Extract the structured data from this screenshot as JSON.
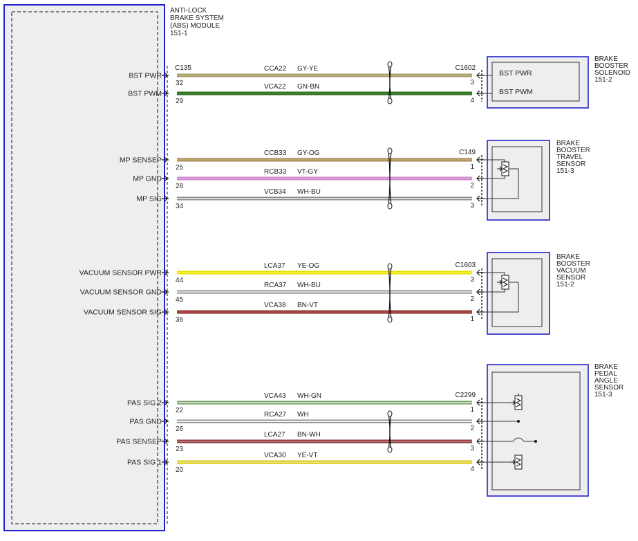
{
  "abs_module": {
    "title_lines": [
      "ANTI-LOCK",
      "BRAKE SYSTEM",
      "(ABS) MODULE",
      "151-1"
    ],
    "connector": "C135"
  },
  "components": [
    {
      "id": "solenoid",
      "title_lines": [
        "BRAKE",
        "BOOSTER",
        "SOLENOID",
        "151-2"
      ],
      "connector": "C1602",
      "pin_labels": [
        "BST PWR",
        "BST PWM"
      ]
    },
    {
      "id": "travel",
      "title_lines": [
        "BRAKE",
        "BOOSTER",
        "TRAVEL",
        "SENSOR",
        "151-3"
      ],
      "connector": "C149",
      "pin_labels": []
    },
    {
      "id": "vacuum",
      "title_lines": [
        "BRAKE",
        "BOOSTER",
        "VACUUM",
        "SENSOR",
        "151-2"
      ],
      "connector": "C1603",
      "pin_labels": []
    },
    {
      "id": "pedal",
      "title_lines": [
        "BRAKE",
        "PEDAL",
        "ANGLE",
        "SENSOR",
        "151-3"
      ],
      "connector": "C2299",
      "pin_labels": []
    }
  ],
  "wires": [
    {
      "signal": "BST PWR",
      "circuit": "CCA22",
      "color_code": "GY-YE",
      "module_pin": "32",
      "comp_pin": "3",
      "stripe": [
        "#a09a6a",
        "#bdb27c"
      ]
    },
    {
      "signal": "BST PWM",
      "circuit": "VCA22",
      "color_code": "GN-BN",
      "module_pin": "29",
      "comp_pin": "4",
      "stripe": [
        "#2d6a1f",
        "#3e8a2a"
      ]
    },
    {
      "signal": "MP SENSEP",
      "circuit": "CCB33",
      "color_code": "GY-OG",
      "module_pin": "25",
      "comp_pin": "1",
      "stripe": [
        "#a0865a",
        "#c4a468"
      ]
    },
    {
      "signal": "MP GND",
      "circuit": "RCB33",
      "color_code": "VT-GY",
      "module_pin": "28",
      "comp_pin": "2",
      "stripe": [
        "#cc88cc",
        "#e0a0e0"
      ]
    },
    {
      "signal": "MP SIG",
      "circuit": "VCB34",
      "color_code": "WH-BU",
      "module_pin": "34",
      "comp_pin": "3",
      "stripe": [
        "#888888",
        "#dddddd"
      ]
    },
    {
      "signal": "VACUUM SENSOR PWR",
      "circuit": "LCA37",
      "color_code": "YE-OG",
      "module_pin": "44",
      "comp_pin": "3",
      "stripe": [
        "#e6e000",
        "#f5f033"
      ]
    },
    {
      "signal": "VACUUM SENSOR GND",
      "circuit": "RCA37",
      "color_code": "WH-BU",
      "module_pin": "45",
      "comp_pin": "2",
      "stripe": [
        "#888888",
        "#dddddd"
      ]
    },
    {
      "signal": "VACUUM SENSOR SIG",
      "circuit": "VCA38",
      "color_code": "BN-VT",
      "module_pin": "36",
      "comp_pin": "1",
      "stripe": [
        "#8a3030",
        "#b04848"
      ]
    },
    {
      "signal": "PAS SIG 2",
      "circuit": "VCA43",
      "color_code": "WH-GN",
      "module_pin": "22",
      "comp_pin": "1",
      "stripe": [
        "#6a9a5a",
        "#d0e0c8"
      ]
    },
    {
      "signal": "PAS GND",
      "circuit": "RCA27",
      "color_code": "WH",
      "module_pin": "26",
      "comp_pin": "2",
      "stripe": [
        "#888888",
        "#f4f4f4"
      ]
    },
    {
      "signal": "PAS SENSEP",
      "circuit": "LCA27",
      "color_code": "BN-WH",
      "module_pin": "23",
      "comp_pin": "3",
      "stripe": [
        "#8a3a3a",
        "#c07070"
      ]
    },
    {
      "signal": "PAS SIG 1",
      "circuit": "VCA30",
      "color_code": "YE-VT",
      "module_pin": "20",
      "comp_pin": "4",
      "stripe": [
        "#d8c400",
        "#ece070"
      ]
    }
  ],
  "colors": {
    "frame_blue": "#2222cc",
    "module_fill": "#eeeeee",
    "component_fill": "#eeeeee",
    "line": "#333333"
  }
}
